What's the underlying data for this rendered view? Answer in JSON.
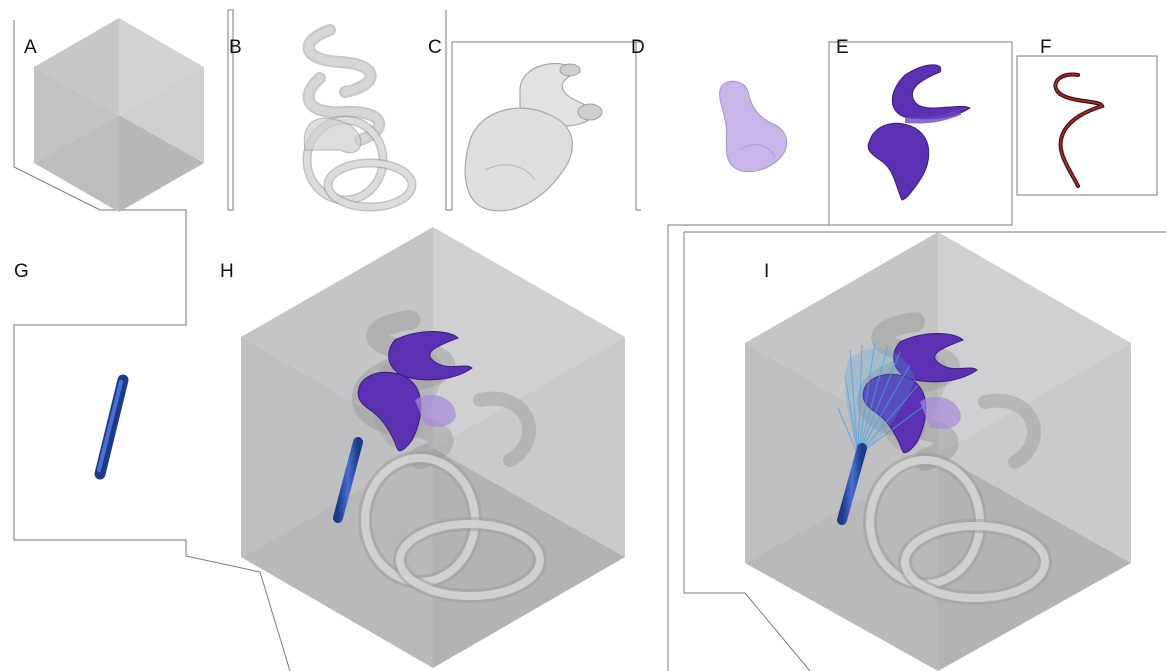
{
  "panels": [
    {
      "id": "A",
      "label": "A",
      "content": "domain-cube"
    },
    {
      "id": "B",
      "label": "B",
      "content": "inner-ear-shell"
    },
    {
      "id": "C",
      "label": "C",
      "content": "cochlea-shell"
    },
    {
      "id": "D",
      "label": "D",
      "content": "vestibule-volume"
    },
    {
      "id": "E",
      "label": "E",
      "content": "scala-volume"
    },
    {
      "id": "F",
      "label": "F",
      "content": "fiber-curve"
    },
    {
      "id": "G",
      "label": "G",
      "content": "electrode-rod"
    },
    {
      "id": "H",
      "label": "H",
      "content": "assembled-model"
    },
    {
      "id": "I",
      "label": "I",
      "content": "assembled-model-with-field"
    }
  ],
  "colors": {
    "cube_light": "#d2d2d4",
    "cube_mid": "#c3c3c5",
    "cube_dark": "#b4b4b6",
    "bone": "#cfcfcf",
    "bone_edge": "#8f8f8f",
    "cochlea": "#e0e0e0",
    "vestibule": "#c6b3e6",
    "scala": "#5a2fb0",
    "scala_edge": "#3a1a80",
    "fiber": "#7a1f1f",
    "electrode": "#2c4ea8",
    "field": "#4aa3e0"
  }
}
